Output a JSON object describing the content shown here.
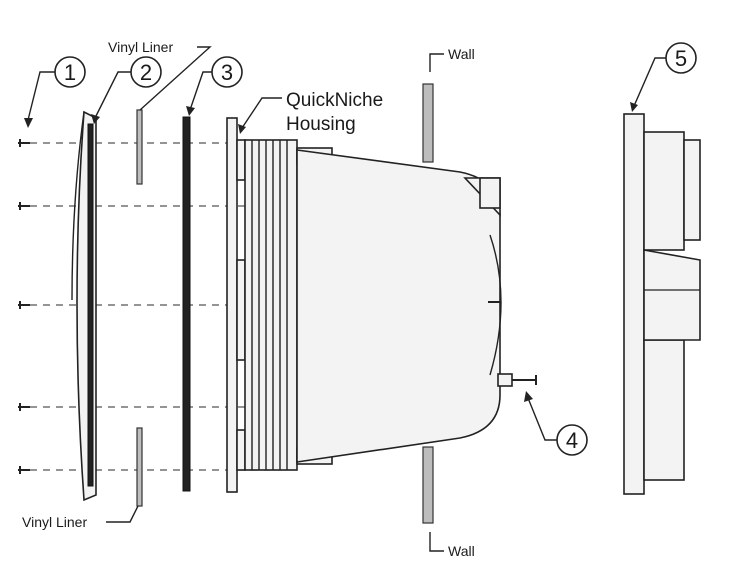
{
  "labels": {
    "vinyl_liner_top": "Vinyl Liner",
    "vinyl_liner_bottom": "Vinyl Liner",
    "wall_top": "Wall",
    "wall_bottom": "Wall",
    "housing_line1": "QuickNiche",
    "housing_line2": "Housing"
  },
  "callouts": [
    "1",
    "2",
    "3",
    "4",
    "5"
  ]
}
